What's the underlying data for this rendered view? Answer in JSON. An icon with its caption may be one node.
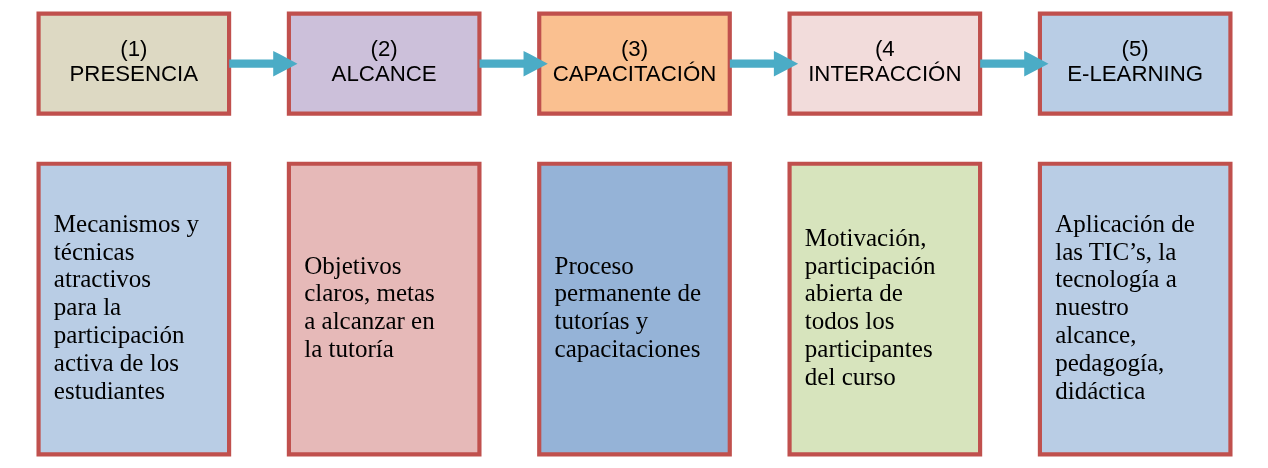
{
  "diagram": {
    "nodes": [
      {
        "text": [
          "(1)",
          "PRESENCIA"
        ]
      },
      {
        "text": [
          "(2)",
          "ALCANCE"
        ]
      },
      {
        "text": [
          "(3)",
          "CAPACITACIÓN"
        ]
      },
      {
        "text": [
          "(4",
          "INTERACCIÓN"
        ]
      },
      {
        "text": [
          "(5)",
          "E-LEARNING"
        ]
      },
      {
        "text": [
          "Mecanismos y técnicas atractivos para la participación activa de los estudiantes"
        ]
      },
      {
        "text": [
          "Objetivos claros, metas a alcanzar en la tutoría"
        ]
      },
      {
        "text": [
          "Proceso permanente de tutorías y capacitaciones"
        ]
      },
      {
        "text": [
          "Motivación, participación abierta de todos los participantes del curso"
        ]
      },
      {
        "text": [
          "Aplicación de las TIC’s, la tecnología a nuestro alcance, pedagogía, didáctica"
        ]
      }
    ],
    "edges": [
      {
        "from": 0,
        "to": 1,
        "arrow": "to"
      },
      {
        "from": 1,
        "to": 2,
        "arrow": "to"
      },
      {
        "from": 2,
        "to": 3,
        "arrow": "to"
      },
      {
        "from": 3,
        "to": 4,
        "arrow": "to"
      }
    ]
  }
}
